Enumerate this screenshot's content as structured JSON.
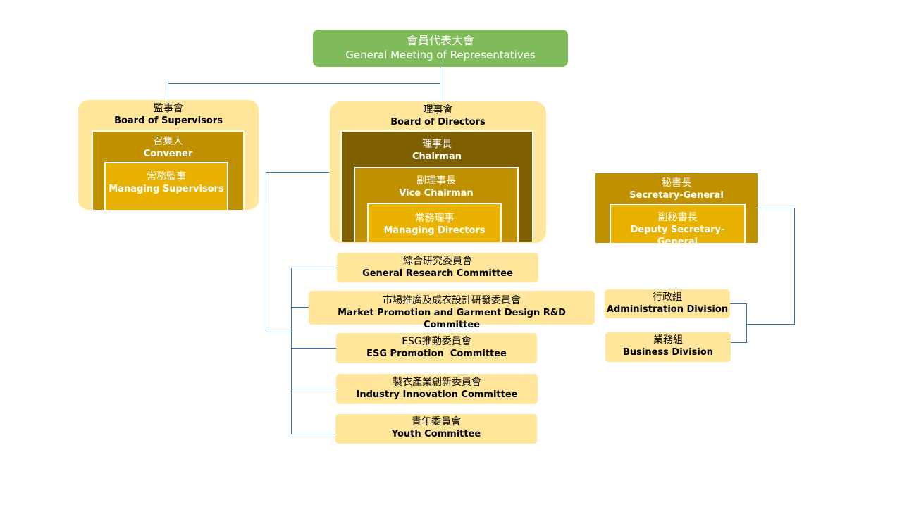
{
  "top": {
    "zh": "會員代表大會",
    "en": "General Meeting of Representatives"
  },
  "supervisors": {
    "board": {
      "zh": "監事會",
      "en": "Board of Supervisors"
    },
    "convener": {
      "zh": "召集人",
      "en": "Convener"
    },
    "managing": {
      "zh": "常務監事",
      "en": "Managing Supervisors"
    }
  },
  "directors": {
    "board": {
      "zh": "理事會",
      "en": "Board of Directors"
    },
    "chairman": {
      "zh": "理事長",
      "en": "Chairman"
    },
    "vice": {
      "zh": "副理事長",
      "en": "Vice Chairman"
    },
    "managing": {
      "zh": "常務理事",
      "en": "Managing Directors"
    }
  },
  "committees": [
    {
      "zh": "綜合研究委員會",
      "en": "General Research Committee"
    },
    {
      "zh": "市場推廣及成衣設計研發委員會",
      "en": "Market Promotion and Garment Design R&D Committee"
    },
    {
      "zh": "ESG推動委員會",
      "en": "ESG Promotion  Committee"
    },
    {
      "zh": "製衣產業創新委員會",
      "en": "Industry Innovation Committee"
    },
    {
      "zh": "青年委員會",
      "en": "Youth Committee"
    }
  ],
  "secretariat": {
    "general": {
      "zh": "秘書長",
      "en": "Secretary-General"
    },
    "deputy": {
      "zh": "副秘書長",
      "en": "Deputy Secretary-General"
    }
  },
  "divisions": [
    {
      "zh": "行政組",
      "en": "Administration Division"
    },
    {
      "zh": "業務組",
      "en": "Business Division"
    }
  ],
  "colors": {
    "green": "#7fba5b",
    "light_gold": "#ffe69b",
    "gold": "#eab200",
    "mid_gold": "#bf9000",
    "dark_gold": "#7f6000",
    "line": "#2e75b6"
  }
}
